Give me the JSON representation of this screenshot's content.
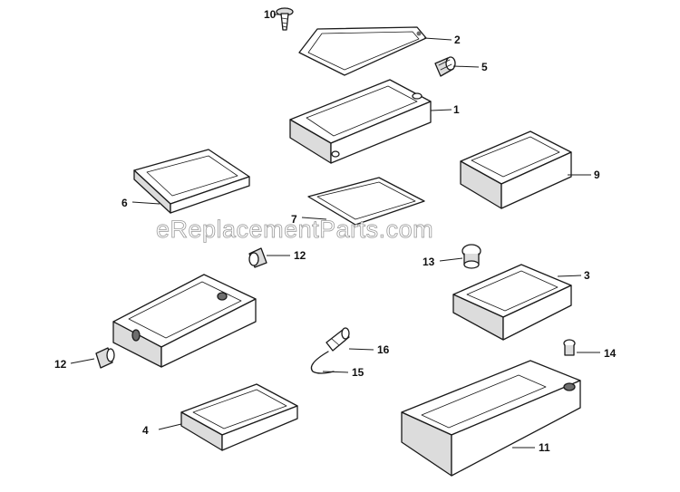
{
  "watermark": "eReplacementParts.com",
  "callouts": [
    "1",
    "2",
    "3",
    "4",
    "5",
    "6",
    "7",
    "9",
    "10",
    "11",
    "12",
    "12",
    "13",
    "14",
    "15",
    "16"
  ]
}
